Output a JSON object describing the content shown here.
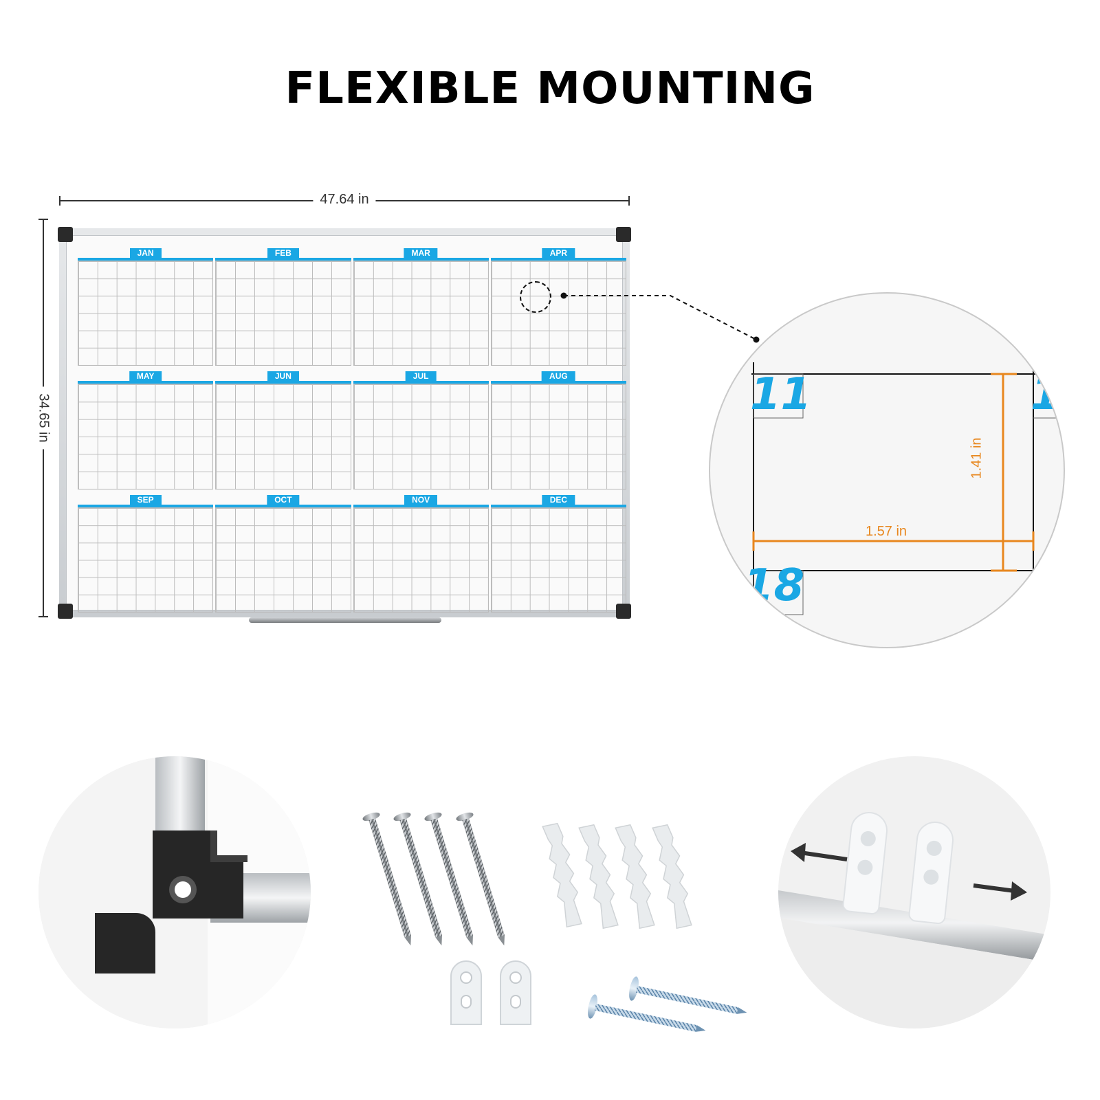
{
  "title": "FLEXIBLE MOUNTING",
  "dimensions": {
    "width": "47.64  in",
    "height": "34.65  in"
  },
  "months": [
    "JAN",
    "FEB",
    "MAR",
    "APR",
    "MAY",
    "JUN",
    "JUL",
    "AUG",
    "SEP",
    "OCT",
    "NOV",
    "DEC"
  ],
  "detail": {
    "day_a": "11",
    "day_b": "18",
    "day_edge": "1",
    "cell_width": "1.57 in",
    "cell_height": "1.41 in"
  },
  "colors": {
    "accent_blue": "#1aa7e4",
    "measure_orange": "#e8871e",
    "frame": "#2a2a2a"
  },
  "icons": [
    "corner-bracket-icon",
    "screw-icon",
    "wall-anchor-icon",
    "hanging-clip-icon",
    "slide-arrow-icon"
  ]
}
